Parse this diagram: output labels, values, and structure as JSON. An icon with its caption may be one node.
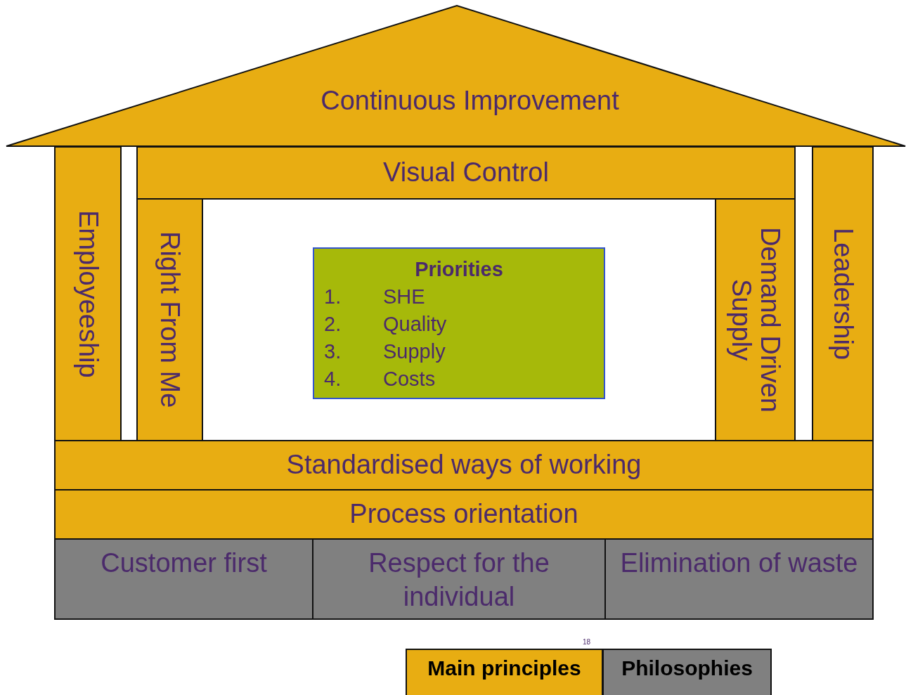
{
  "diagram": {
    "nodes": [
      {
        "text": [
          "Continuous Improvement"
        ]
      },
      {
        "text": [
          "Visual Control"
        ]
      },
      {
        "text": [
          "Employeeship"
        ]
      },
      {
        "text": [
          "Right From Me"
        ]
      },
      {
        "text": [
          "Priorities",
          "1. SHE",
          "2. Quality",
          "3. Supply",
          "4. Costs"
        ]
      },
      {
        "text": [
          "Demand Driven Supply"
        ]
      },
      {
        "text": [
          "Leadership"
        ]
      },
      {
        "text": [
          "Standardised ways of working"
        ]
      },
      {
        "text": [
          "Process orientation"
        ]
      },
      {
        "text": [
          "Customer first"
        ]
      },
      {
        "text": [
          "Respect for the individual"
        ]
      },
      {
        "text": [
          "Elimination of waste"
        ]
      }
    ],
    "labels": [
      "18"
    ],
    "legend": [
      {
        "text": "Main principles",
        "color": "#e8ad12"
      },
      {
        "text": "Philosophies",
        "color": "#808080"
      }
    ]
  }
}
